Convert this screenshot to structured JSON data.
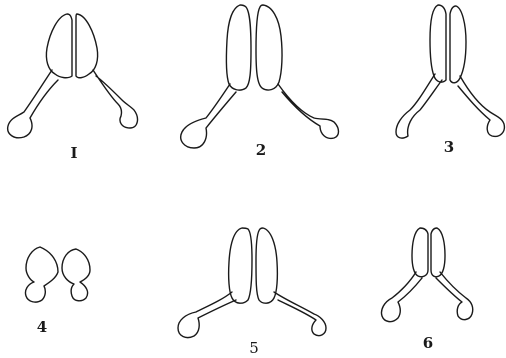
{
  "figures": [
    {
      "id": "fig-1",
      "label": "I"
    },
    {
      "id": "fig-2",
      "label": "2"
    },
    {
      "id": "fig-3",
      "label": "3"
    },
    {
      "id": "fig-4",
      "label": "4"
    },
    {
      "id": "fig-5",
      "label": "5"
    },
    {
      "id": "fig-6",
      "label": "6"
    }
  ]
}
